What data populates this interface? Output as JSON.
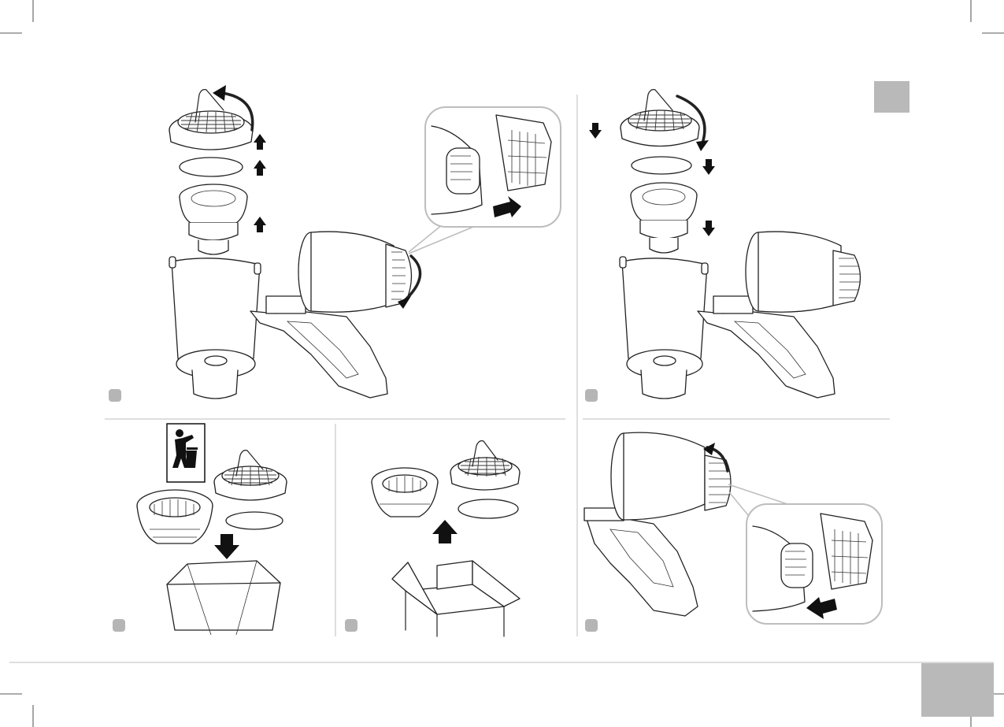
{
  "page": {
    "title": "",
    "panels": [
      {
        "id": "step-a",
        "description": ""
      },
      {
        "id": "step-b",
        "description": ""
      },
      {
        "id": "step-c",
        "description": ""
      },
      {
        "id": "step-d",
        "description": ""
      },
      {
        "id": "step-e",
        "description": ""
      }
    ]
  },
  "icons": {
    "bin": "trash-bin-icon",
    "arrow": "arrow-icon",
    "box": "packaging-box-icon"
  },
  "colors": {
    "badge": "#b5b5b5",
    "tab": "#b9b9b9",
    "rule": "#bdbdbd",
    "line": "#222222"
  }
}
